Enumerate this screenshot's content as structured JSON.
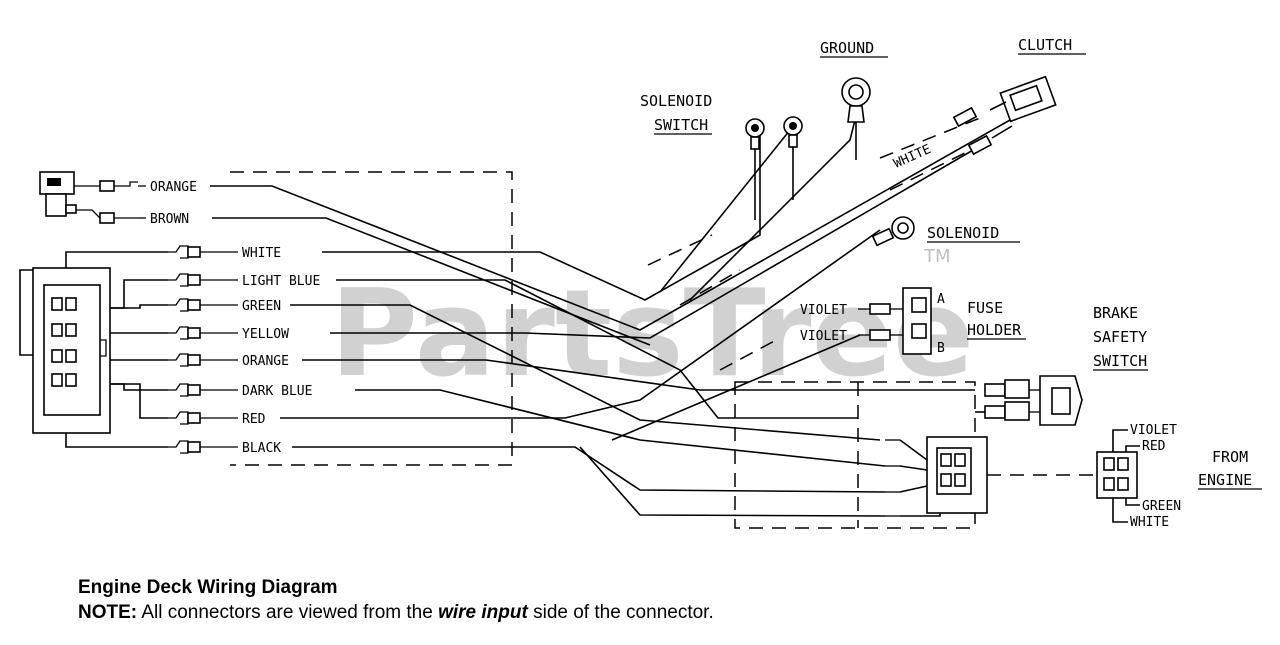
{
  "watermark": {
    "text": "PartsTree",
    "trademark": "TM"
  },
  "left_connector_wires": [
    "WHITE",
    "LIGHT BLUE",
    "GREEN",
    "YELLOW",
    "ORANGE",
    "DARK BLUE",
    "RED",
    "BLACK"
  ],
  "top_left_wires": [
    "ORANGE",
    "BROWN"
  ],
  "components": {
    "ground": "GROUND",
    "clutch": "CLUTCH",
    "clutch_wire": "WHITE",
    "solenoid_switch_line1": "SOLENOID",
    "solenoid_switch_line2": "SWITCH",
    "solenoid": "SOLENOID",
    "fuse_holder_line1": "FUSE",
    "fuse_holder_line2": "HOLDER",
    "fuse_wire_a": "VIOLET",
    "fuse_wire_b": "VIOLET",
    "fuse_terminal_a": "A",
    "fuse_terminal_b": "B",
    "brake_line1": "BRAKE",
    "brake_line2": "SAFETY",
    "brake_line3": "SWITCH",
    "from_engine_line1": "FROM",
    "from_engine_line2": "ENGINE",
    "engine_wires": {
      "violet": "VIOLET",
      "red": "RED",
      "green": "GREEN",
      "white": "WHITE"
    }
  },
  "caption": {
    "title": "Engine Deck Wiring Diagram",
    "note_label": "NOTE:",
    "note_before": " All connectors are viewed from the ",
    "note_emphasis": "wire input",
    "note_after": " side of the connector."
  }
}
